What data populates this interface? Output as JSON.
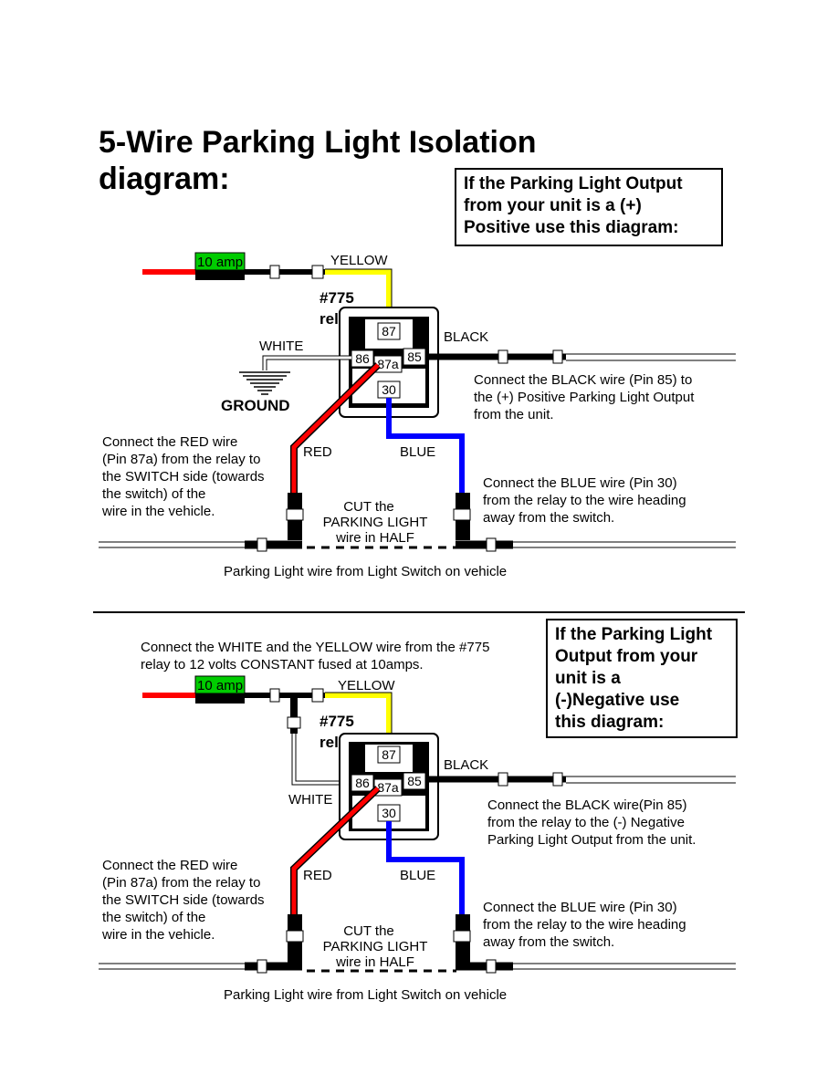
{
  "title_lines": [
    "5-Wire Parking Light Isolation",
    "diagram:"
  ],
  "colors": {
    "red_wire": "#ff0000",
    "yellow_wire": "#ffff00",
    "blue_wire": "#0000ff",
    "black_wire": "#000000",
    "fuse": "#00cc00"
  },
  "diagram_positive": {
    "note_box": "If the Parking Light Output\nfrom your unit is a (+)\nPositive use this diagram:",
    "fuse_label": "10 amp",
    "wires": {
      "yellow": "YELLOW",
      "white": "WHITE",
      "black": "BLACK",
      "red": "RED",
      "blue": "BLUE"
    },
    "relay_name": [
      "#775",
      "relay"
    ],
    "pins": {
      "p87": "87",
      "p86": "86",
      "p87a": "87a",
      "p85": "85",
      "p30": "30"
    },
    "ground_label": "GROUND",
    "black_note": [
      "Connect the BLACK wire (Pin 85) to",
      "the (+) Positive Parking Light Output",
      "from the unit."
    ],
    "red_note": [
      "Connect the RED wire",
      "(Pin 87a) from the relay to",
      "the SWITCH side (towards",
      "the switch) of the",
      "wire in the vehicle."
    ],
    "blue_note": [
      "Connect the BLUE wire (Pin 30)",
      "from the relay to the wire heading",
      "away from the switch."
    ],
    "cut_note": [
      "CUT the",
      "PARKING LIGHT",
      "wire in HALF"
    ],
    "vehicle_wire_caption": "Parking Light wire from Light Switch on vehicle"
  },
  "diagram_negative": {
    "top_note": [
      "Connect the WHITE and the YELLOW wire from the #775",
      "relay to 12 volts CONSTANT fused at 10amps."
    ],
    "note_box": "If the Parking Light\nOutput from your\nunit is a\n(-)Negative use\nthis diagram:",
    "fuse_label": "10 amp",
    "wires": {
      "yellow": "YELLOW",
      "white": "WHITE",
      "black": "BLACK",
      "red": "RED",
      "blue": "BLUE"
    },
    "relay_name": [
      "#775",
      "relay"
    ],
    "pins": {
      "p87": "87",
      "p86": "86",
      "p87a": "87a",
      "p85": "85",
      "p30": "30"
    },
    "black_note": [
      "Connect the BLACK wire(Pin 85)",
      "from the relay to the (-) Negative",
      "Parking Light Output from the unit."
    ],
    "red_note": [
      "Connect the RED wire",
      "(Pin 87a) from the relay to",
      "the SWITCH side (towards",
      "the switch) of the",
      "wire in the vehicle."
    ],
    "blue_note": [
      "Connect the BLUE wire (Pin 30)",
      "from the relay to the wire heading",
      "away from the switch."
    ],
    "cut_note": [
      "CUT the",
      "PARKING LIGHT",
      "wire in HALF"
    ],
    "vehicle_wire_caption": "Parking Light wire from Light Switch on vehicle"
  }
}
